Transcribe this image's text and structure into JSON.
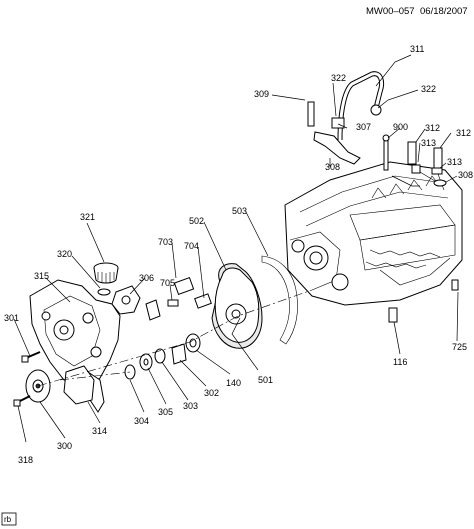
{
  "header": {
    "code": "MW00–057",
    "date": "06/18/2007"
  },
  "corner_badge": "rb",
  "callouts": {
    "c311": "311",
    "c322a": "322",
    "c322b": "322",
    "c309": "309",
    "c307": "307",
    "c900": "900",
    "c312a": "312",
    "c312b": "312",
    "c313a": "313",
    "c313b": "313",
    "c308a": "308",
    "c308b": "308",
    "c321": "321",
    "c502": "502",
    "c503": "503",
    "c320": "320",
    "c703": "703",
    "c704": "704",
    "c306": "306",
    "c705": "705",
    "c315": "315",
    "c301": "301",
    "c725": "725",
    "c116": "116",
    "c501": "501",
    "c140": "140",
    "c302": "302",
    "c303": "303",
    "c305": "305",
    "c304": "304",
    "c314": "314",
    "c300": "300",
    "c318": "318"
  }
}
